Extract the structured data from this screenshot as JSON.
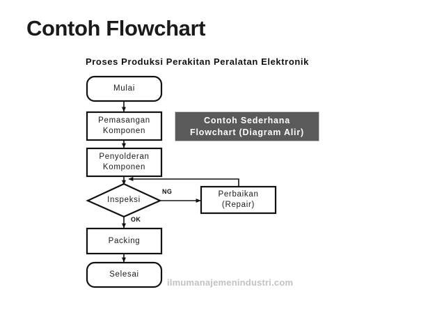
{
  "slide": {
    "title": "Contoh Flowchart",
    "background_color": "#ffffff"
  },
  "diagram": {
    "heading": "Proses Produksi Perakitan Peralatan Elektronik",
    "watermark": "ilmumanajemenindustri.com",
    "stroke_color": "#111111",
    "node_fill": "#ffffff",
    "nodes": [
      {
        "id": "mulai",
        "shape": "terminator",
        "label": "Mulai"
      },
      {
        "id": "pemasangan",
        "shape": "process",
        "label": "Pemasangan\nKomponen"
      },
      {
        "id": "penyolderan",
        "shape": "process",
        "label": "Penyolderan\nKomponen"
      },
      {
        "id": "inspeksi",
        "shape": "decision",
        "label": "Inspeksi"
      },
      {
        "id": "perbaikan",
        "shape": "process",
        "label": "Perbaikan\n(Repair)"
      },
      {
        "id": "packing",
        "shape": "process",
        "label": "Packing"
      },
      {
        "id": "selesai",
        "shape": "terminator",
        "label": "Selesai"
      }
    ],
    "branches": {
      "ng": "NG",
      "ok": "OK"
    }
  },
  "callout": {
    "line1": "Contoh  Sederhana",
    "line2": "Flowchart (Diagram Alir)",
    "background_color": "#5a5a5a",
    "text_color": "#ffffff"
  }
}
